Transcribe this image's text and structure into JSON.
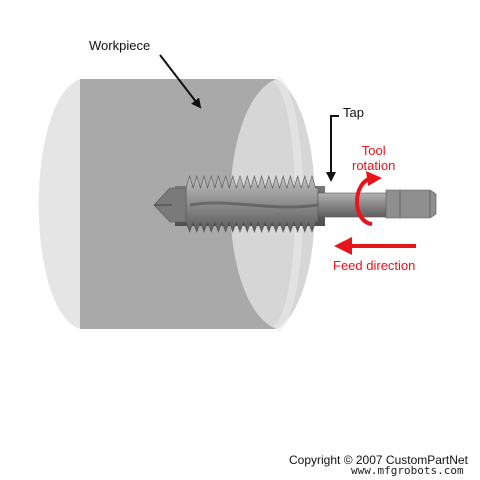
{
  "labels": {
    "workpiece": "Workpiece",
    "tap": "Tap",
    "tool_rotation_line1": "Tool",
    "tool_rotation_line2": "rotation",
    "feed_direction": "Feed direction",
    "copyright": "Copyright © 2007 CustomPartNet",
    "watermark": "www.mfgrobots.com"
  },
  "colors": {
    "annotation_red": "#e8141b",
    "workpiece_body": "#a9a9a9",
    "workpiece_face": "#e4e4e4",
    "tap_metal": "#8c8c8c"
  },
  "icons": {
    "feed_arrow": "arrow-left-icon",
    "rotation_arrow": "curved-arrow-icon"
  }
}
